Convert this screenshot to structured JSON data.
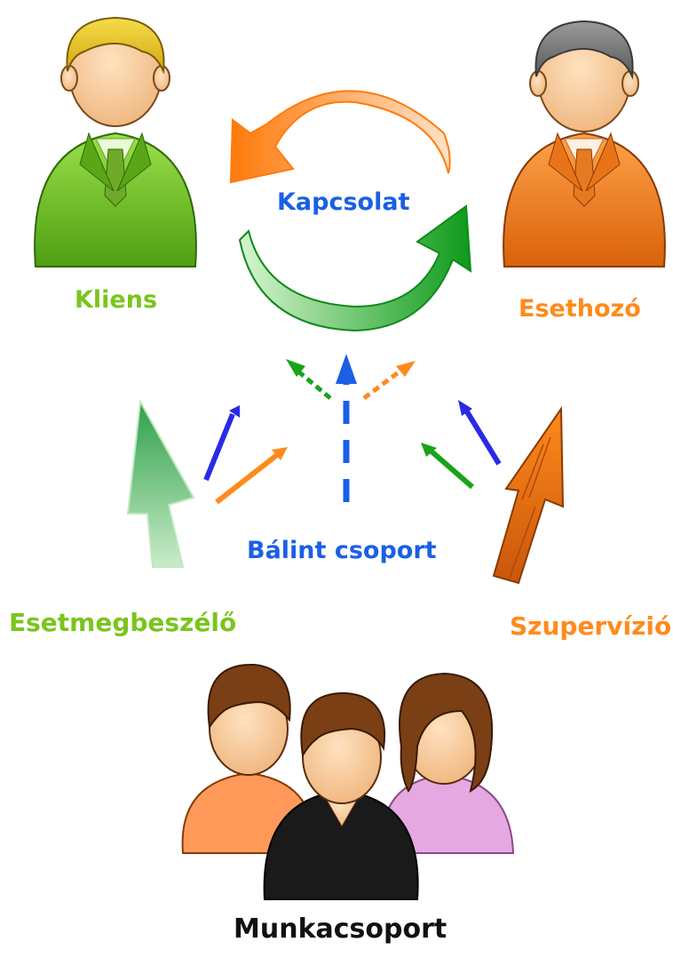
{
  "labels": {
    "kliens": "Kliens",
    "esethozo": "Esethozó",
    "kapcsolat": "Kapcsolat",
    "balint": "Bálint csoport",
    "esetmegbeszelo": "Esetmegbeszélő",
    "szupervizio": "Szupervízió",
    "munkacsoport": "Munkacsoport"
  },
  "colors": {
    "green": "#7ac51e",
    "orange": "#ff8a1c",
    "blue": "#1a5fe6",
    "black": "#111111"
  }
}
